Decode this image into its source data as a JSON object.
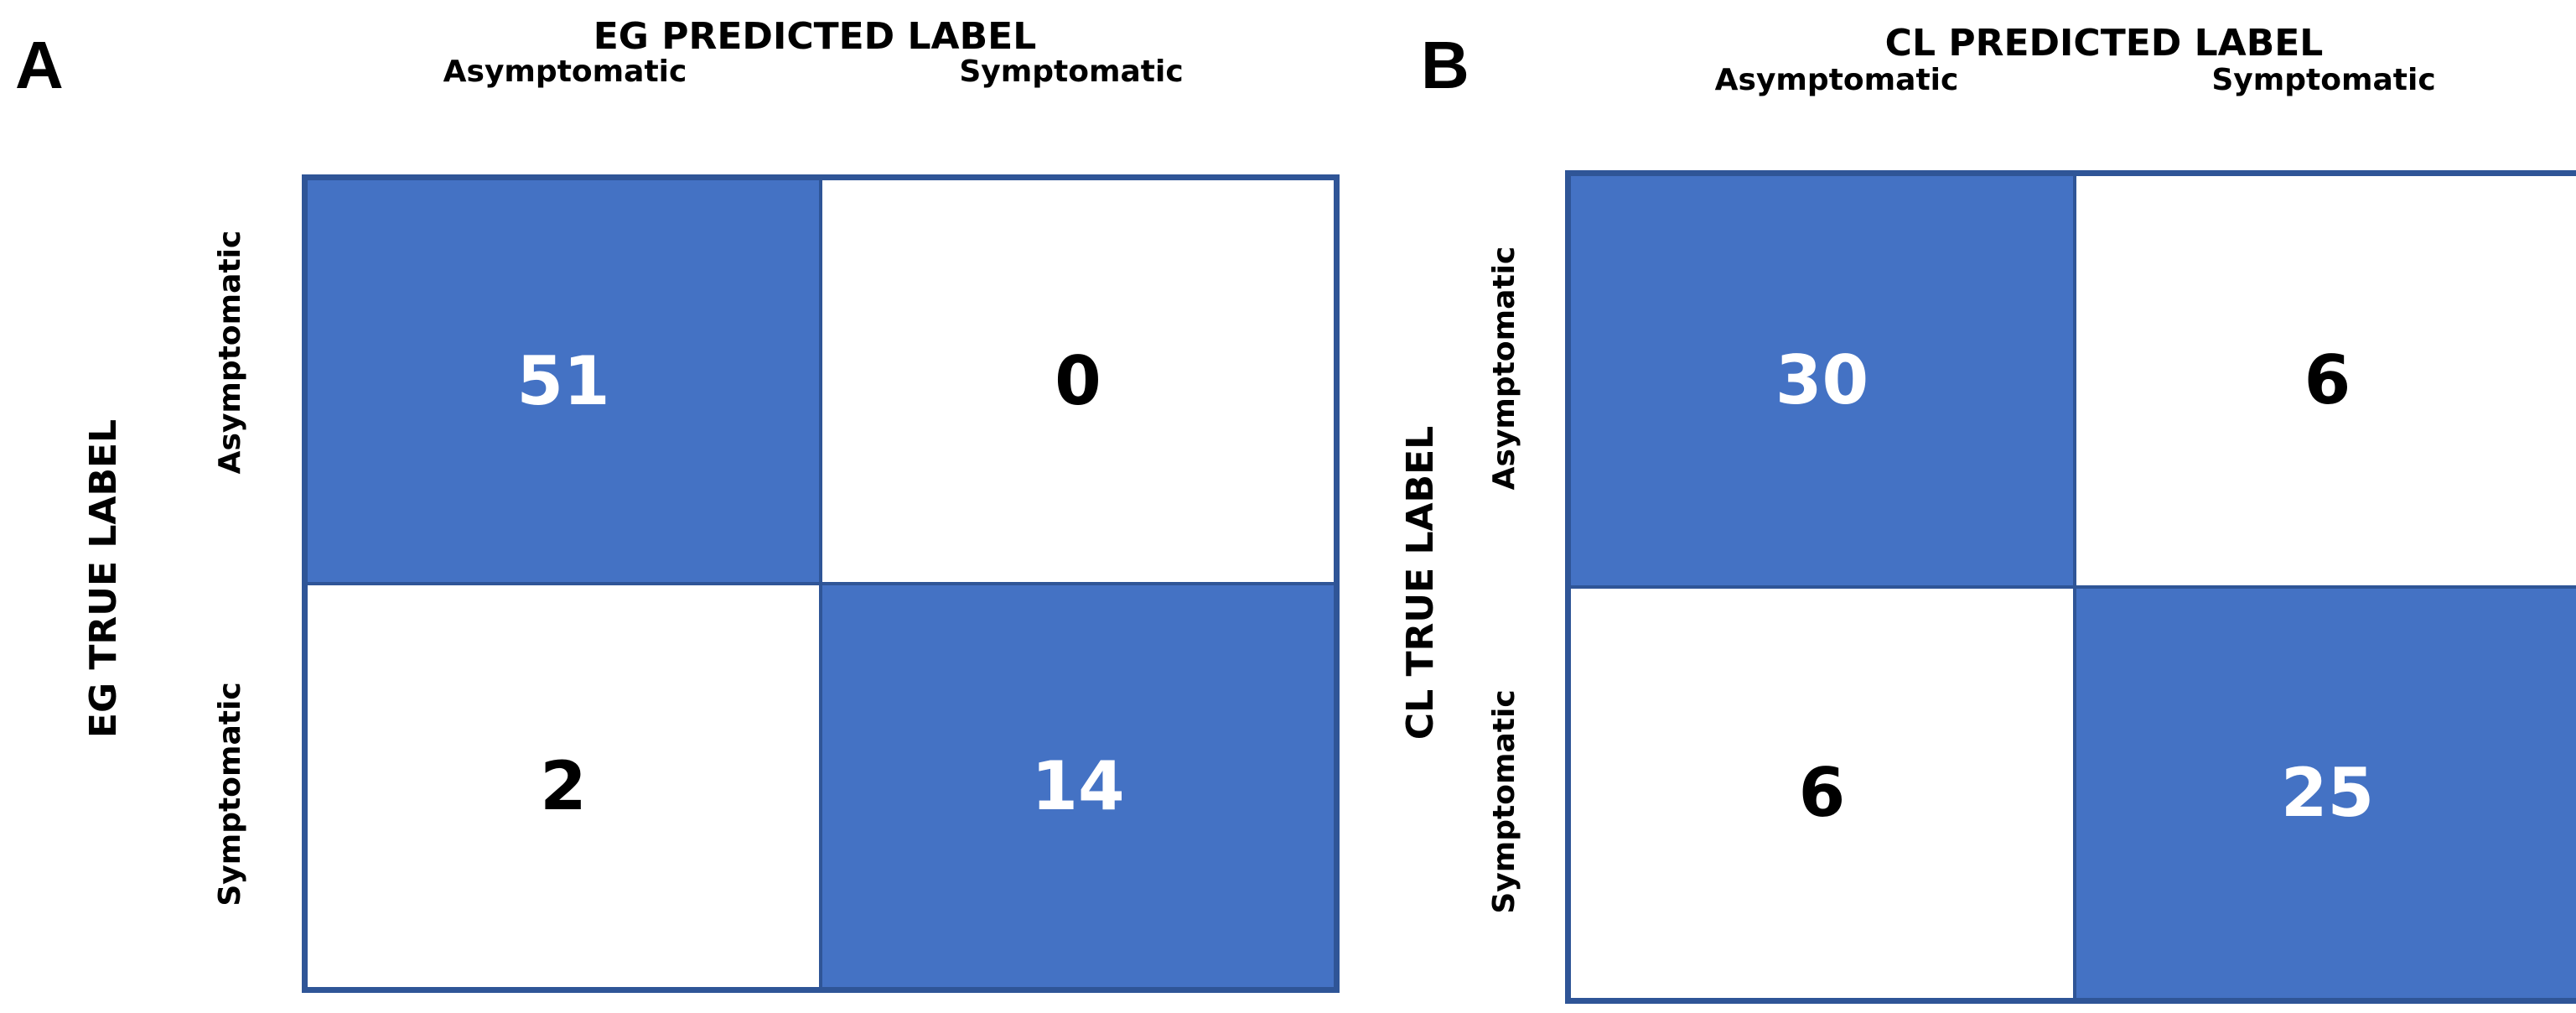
{
  "colors": {
    "fill": "#4472C4",
    "empty": "#FFFFFF",
    "border": "#2F5597",
    "text_on_fill": "#FFFFFF",
    "text_on_empty": "#000000"
  },
  "chart_data": [
    {
      "type": "heatmap",
      "panel": "A",
      "xlabel": "EG PREDICTED LABEL",
      "ylabel": "EG TRUE LABEL",
      "x_categories": [
        "Asymptomatic",
        "Symptomatic"
      ],
      "y_categories": [
        "Asymptomatic",
        "Symptomatic"
      ],
      "values": [
        [
          51,
          0
        ],
        [
          2,
          14
        ]
      ]
    },
    {
      "type": "heatmap",
      "panel": "B",
      "xlabel": "CL PREDICTED LABEL",
      "ylabel": "CL TRUE LABEL",
      "x_categories": [
        "Asymptomatic",
        "Symptomatic"
      ],
      "y_categories": [
        "Asymptomatic",
        "Symptomatic"
      ],
      "values": [
        [
          30,
          6
        ],
        [
          6,
          25
        ]
      ]
    }
  ]
}
